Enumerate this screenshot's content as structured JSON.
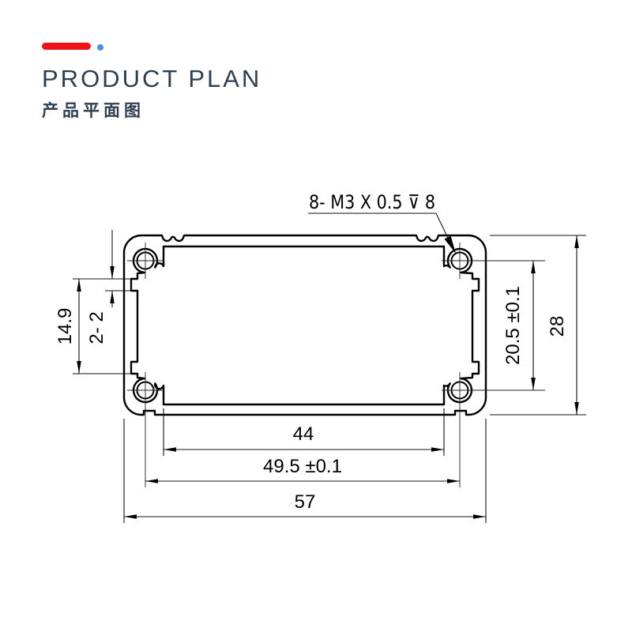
{
  "header": {
    "title": "PRODUCT PLAN",
    "subtitle": "产品平面图",
    "accent_red": "#ee1118",
    "accent_blue": "#4a90e2",
    "title_color": "#2d3e50"
  },
  "drawing": {
    "type": "cross-section of extruded aluminum enclosure profile",
    "callout_label": "8- M3 X 0.5 ⊽ 8",
    "dimensions": {
      "groove_span": "14.9",
      "groove_width": "2- 2",
      "hole_pitch_vertical": "20.5 ±0.1",
      "overall_height": "28",
      "inner_width": "44",
      "hole_pitch_horizontal": "49.5 ±0.1",
      "overall_width": "57"
    },
    "line_color": "#000000"
  }
}
